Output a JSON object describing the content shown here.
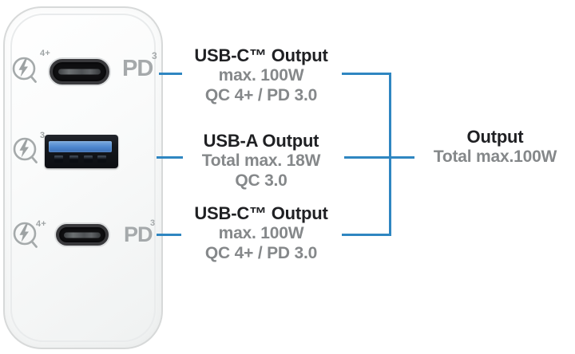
{
  "charger": {
    "ports": [
      {
        "name": "usb-c-top",
        "connector": "usb-c",
        "qc_superscript": "4+",
        "pd_label": "PD",
        "pd_superscript": "3"
      },
      {
        "name": "usb-a-middle",
        "connector": "usb-a",
        "qc_superscript": "3"
      },
      {
        "name": "usb-c-bottom",
        "connector": "usb-c",
        "qc_superscript": "4+",
        "pd_label": "PD",
        "pd_superscript": "3"
      }
    ]
  },
  "annotations": {
    "port_labels": [
      {
        "title": "USB-C™ Output",
        "capacity": "max. 100W",
        "standards": "QC 4+ / PD 3.0"
      },
      {
        "title": "USB-A Output",
        "capacity": "Total max. 18W",
        "standards": "QC 3.0"
      },
      {
        "title": "USB-C™ Output",
        "capacity": "max. 100W",
        "standards": "QC 4+ / PD 3.0"
      }
    ],
    "total_output": {
      "title": "Output",
      "subtitle": "Total max.100W"
    }
  },
  "colors": {
    "connector_line_blue": "#2f86c1",
    "heading_text": "#1f2023",
    "secondary_text": "#85888a",
    "qc_icon_gray": "#a5aaab",
    "usb_a_tongue_blue": "#4d86cd",
    "charger_body": "#f7f8f8"
  }
}
